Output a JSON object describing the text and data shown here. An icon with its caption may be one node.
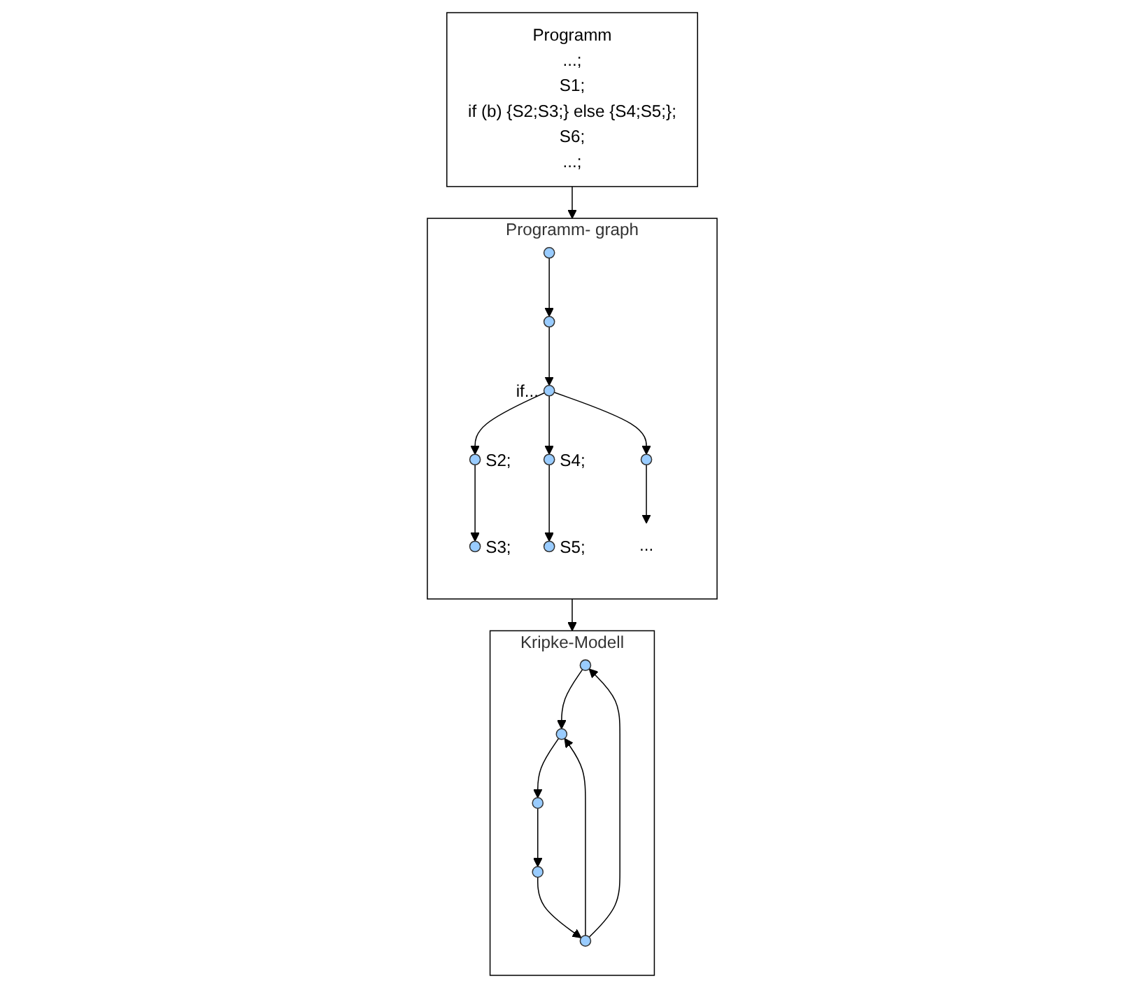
{
  "diagram": {
    "nodes": [
      {
        "text": [
          "Programm",
          "...;",
          "S1;",
          "if (b) {S2;S3;} else {S4;S5;};",
          "S6;",
          "...;"
        ]
      },
      {
        "text": [
          "Programm- graph"
        ]
      },
      {
        "text": [],
        "shape": "circle",
        "in": 1
      },
      {
        "text": [],
        "shape": "circle",
        "in": 1
      },
      {
        "text": [],
        "shape": "circle",
        "in": 1,
        "beside": [
          "if..."
        ]
      },
      {
        "text": [],
        "shape": "circle",
        "in": 1
      },
      {
        "text": [],
        "shape": "circle",
        "in": 1,
        "beside": [
          "S2;"
        ]
      },
      {
        "text": [],
        "shape": "circle",
        "in": 1,
        "beside": [
          "S4;"
        ]
      },
      {
        "text": [],
        "shape": "circle",
        "in": 1,
        "beside": [
          "S3;"
        ]
      },
      {
        "text": [],
        "shape": "circle",
        "in": 1,
        "beside": [
          "S5;"
        ]
      },
      {
        "text": [
          "..."
        ],
        "in": 1
      },
      {
        "text": [
          "Kripke-Modell"
        ]
      },
      {
        "text": [],
        "shape": "circle",
        "in": 11
      },
      {
        "text": [],
        "shape": "circle",
        "in": 11
      },
      {
        "text": [],
        "shape": "circle",
        "in": 11
      },
      {
        "text": [],
        "shape": "circle",
        "in": 11
      },
      {
        "text": [],
        "shape": "circle",
        "in": 11
      }
    ],
    "edges": [
      {
        "from": 0,
        "to": 1,
        "arrow": "to"
      },
      {
        "from": 2,
        "to": 3,
        "arrow": "to"
      },
      {
        "from": 3,
        "to": 4,
        "arrow": "to"
      },
      {
        "from": 4,
        "to": 5,
        "arrow": "to"
      },
      {
        "from": 4,
        "to": 6,
        "arrow": "to"
      },
      {
        "from": 4,
        "to": 7,
        "arrow": "to"
      },
      {
        "from": 6,
        "to": 8,
        "arrow": "to"
      },
      {
        "from": 7,
        "to": 9,
        "arrow": "to"
      },
      {
        "from": 5,
        "to": 10,
        "arrow": "to"
      },
      {
        "from": 1,
        "to": 11,
        "arrow": "to"
      },
      {
        "from": 12,
        "to": 13,
        "arrow": "to"
      },
      {
        "from": 13,
        "to": 14,
        "arrow": "to"
      },
      {
        "from": 14,
        "to": 16,
        "arrow": "to"
      },
      {
        "from": 16,
        "to": 15,
        "arrow": "to"
      },
      {
        "from": 15,
        "to": 12,
        "arrow": "to"
      },
      {
        "from": 15,
        "to": 13,
        "arrow": "to"
      }
    ]
  }
}
